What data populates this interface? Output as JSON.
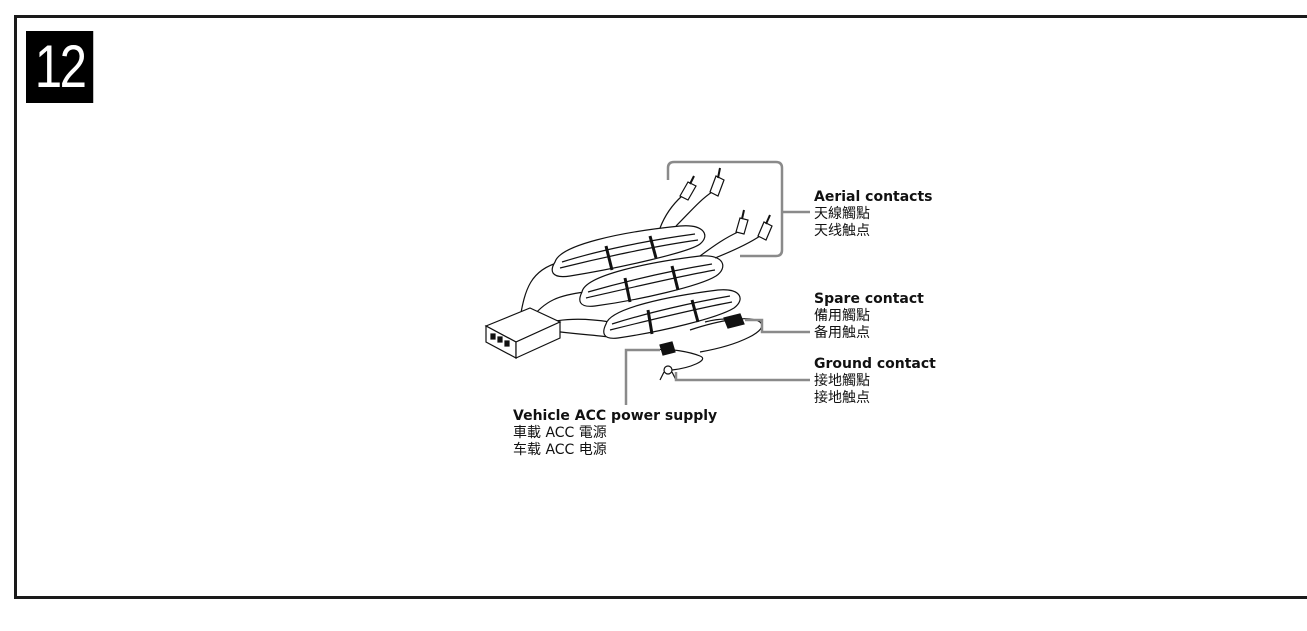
{
  "step": {
    "number": "12"
  },
  "labels": {
    "aerial": {
      "en": "Aerial contacts",
      "zh_trad": "天線觸點",
      "zh_simp": "天线触点"
    },
    "spare": {
      "en": "Spare contact",
      "zh_trad": "備用觸點",
      "zh_simp": "备用触点"
    },
    "ground": {
      "en": "Ground contact",
      "zh_trad": "接地觸點",
      "zh_simp": "接地触点"
    },
    "vehicle": {
      "en": "Vehicle ACC power supply",
      "zh_trad": "車載 ACC 電源",
      "zh_simp": "车载 ACC 电源"
    }
  },
  "colors": {
    "line": "#111111",
    "callout": "#8a8a8a",
    "badge": "#000000"
  }
}
